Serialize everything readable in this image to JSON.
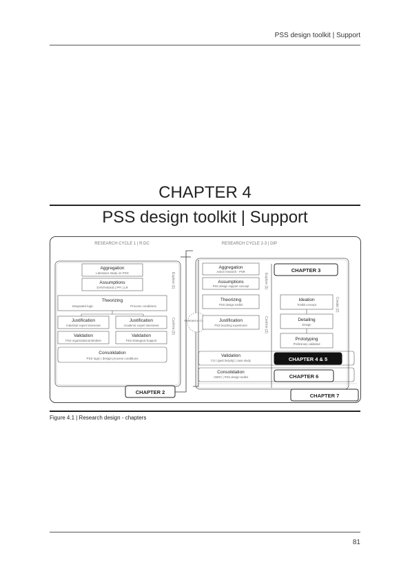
{
  "header": {
    "running_head": "PSS design toolkit | Support"
  },
  "chapter": {
    "number_label": "CHAPTER 4",
    "title": "PSS design toolkit | Support"
  },
  "figure": {
    "left_title": "RESEARCH CYCLE 1 | R:DC",
    "right_title": "RESEARCH CYCLE 2-3 | DIP",
    "left_blocks": {
      "aggregation": {
        "title": "Aggregation",
        "sub": "Literature study on PSS"
      },
      "assumptions": {
        "title": "Assumptions",
        "sub": "SYNTHESIS | PFI | LR"
      },
      "theorizing": {
        "title": "Theorizing",
        "sub_left": "Integrated logic",
        "sub_right": "Process conditions"
      },
      "justification_a": {
        "title": "Justification",
        "sub": "Industrial expert interviews"
      },
      "justification_b": {
        "title": "Justification",
        "sub": "Academic expert interviews"
      },
      "validation_a": {
        "title": "Validation",
        "sub": "PSS organizational Mindset"
      },
      "validation_b": {
        "title": "Validation",
        "sub": "PSS strategical Support"
      },
      "consolidation": {
        "title": "Consolidation",
        "sub": "PSS logic | design process conditions"
      }
    },
    "right_blocks": {
      "aggregation": {
        "title": "Aggregation",
        "sub": "Action research - PSR"
      },
      "assumptions": {
        "title": "Assumptions",
        "sub": "PSS design support concept"
      },
      "theorizing": {
        "title": "Theorizing",
        "sub": "PSS design toolkit"
      },
      "ideation": {
        "title": "Ideation",
        "sub": "Toolkit concept"
      },
      "detailing": {
        "title": "Detailing",
        "sub": "Design"
      },
      "prototyping": {
        "title": "Prototyping",
        "sub": "Preliminary validated"
      },
      "justification": {
        "title": "Justification",
        "sub": "PSS teaching experiment"
      },
      "validation": {
        "title": "Validation",
        "sub": "CS | (past tinquity) | case study"
      },
      "consolidation": {
        "title": "Consolidation",
        "sub": "GERC | PSS design toolkit"
      }
    },
    "phase_labels": {
      "explore": "Explore (1)",
      "confirm": "Confirm (2)",
      "explore_r": "Explore (1)",
      "confirm_r": "Confirm (2)",
      "create": "Create (2)"
    },
    "cycle_label": "RESEARCH CYCLES",
    "chapter_labels": {
      "ch2": "CHAPTER 2",
      "ch3": "CHAPTER 3",
      "ch45": "CHAPTER 4 & 5",
      "ch6": "CHAPTER 6",
      "ch7": "CHAPTER 7"
    },
    "caption": "Figure 4.1 | Research design - chapters"
  },
  "footer": {
    "page_number": "81"
  }
}
